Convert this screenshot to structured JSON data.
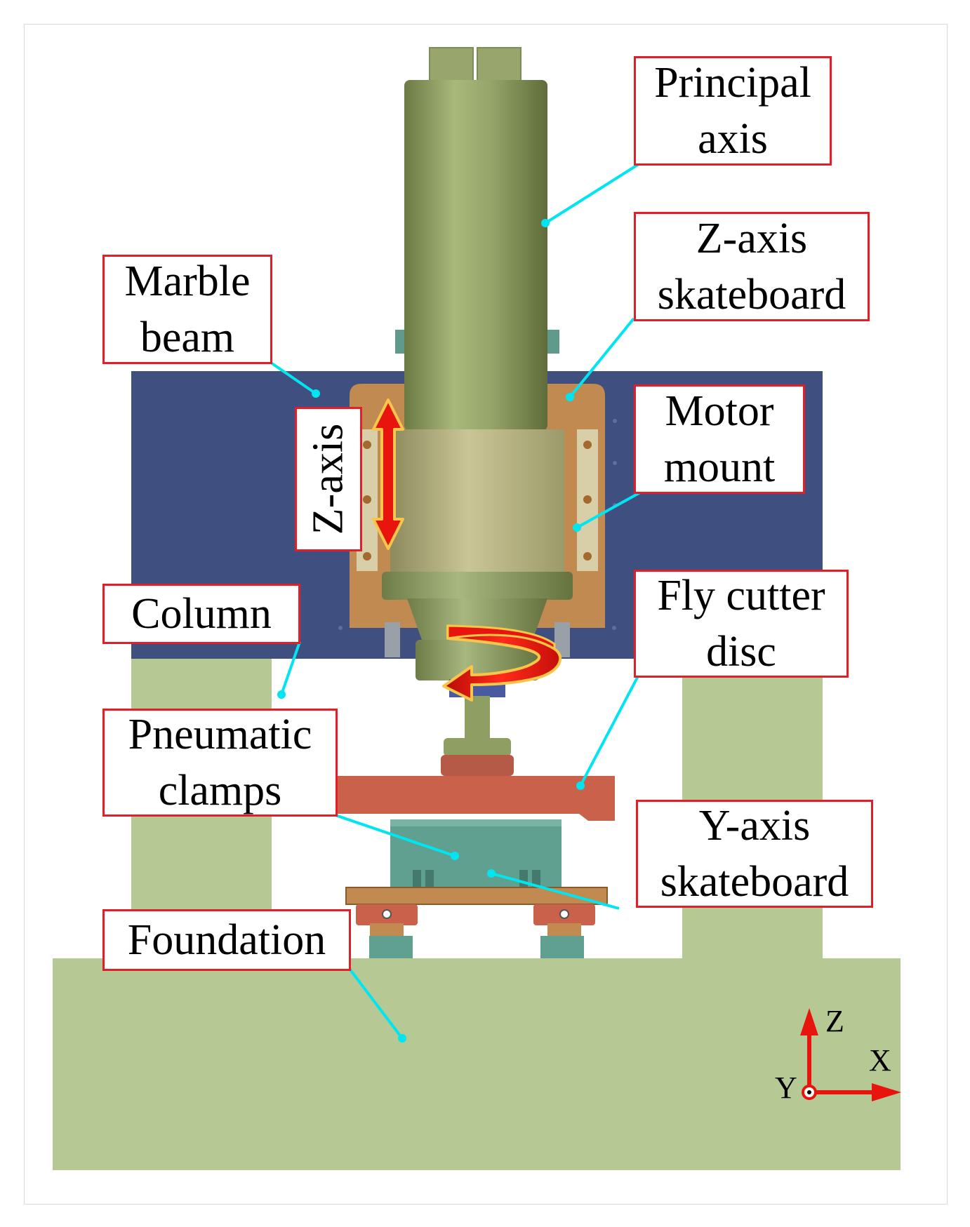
{
  "labels": {
    "principal_axis": [
      "Principal",
      "axis"
    ],
    "z_axis_skateboard": [
      "Z-axis",
      "skateboard"
    ],
    "marble_beam": [
      "Marble",
      "beam"
    ],
    "motor_mount": [
      "Motor",
      "mount"
    ],
    "column": [
      "Column"
    ],
    "fly_cutter_disc": [
      "Fly cutter",
      "disc"
    ],
    "pneumatic_clamps": [
      "Pneumatic",
      "clamps"
    ],
    "y_axis_skateboard": [
      "Y-axis",
      "skateboard"
    ],
    "foundation": [
      "Foundation"
    ],
    "z_axis_motion": "Z-axis"
  },
  "coordinate_system": {
    "z": "Z",
    "x": "X",
    "y": "Y"
  },
  "colors": {
    "callout_border": "#e41e26",
    "leader_line": "#00e5f0",
    "marble_beam": "#3f4f80",
    "foundation": "#b6c994",
    "column": "#b6c994",
    "spindle": "#8f9e63",
    "motor_mount": "#c08a50",
    "fly_cutter": "#c9614b",
    "y_axis_block": "#5fa090",
    "arrow_fill": "#e8150f",
    "arrow_outline": "#f7c64a"
  }
}
